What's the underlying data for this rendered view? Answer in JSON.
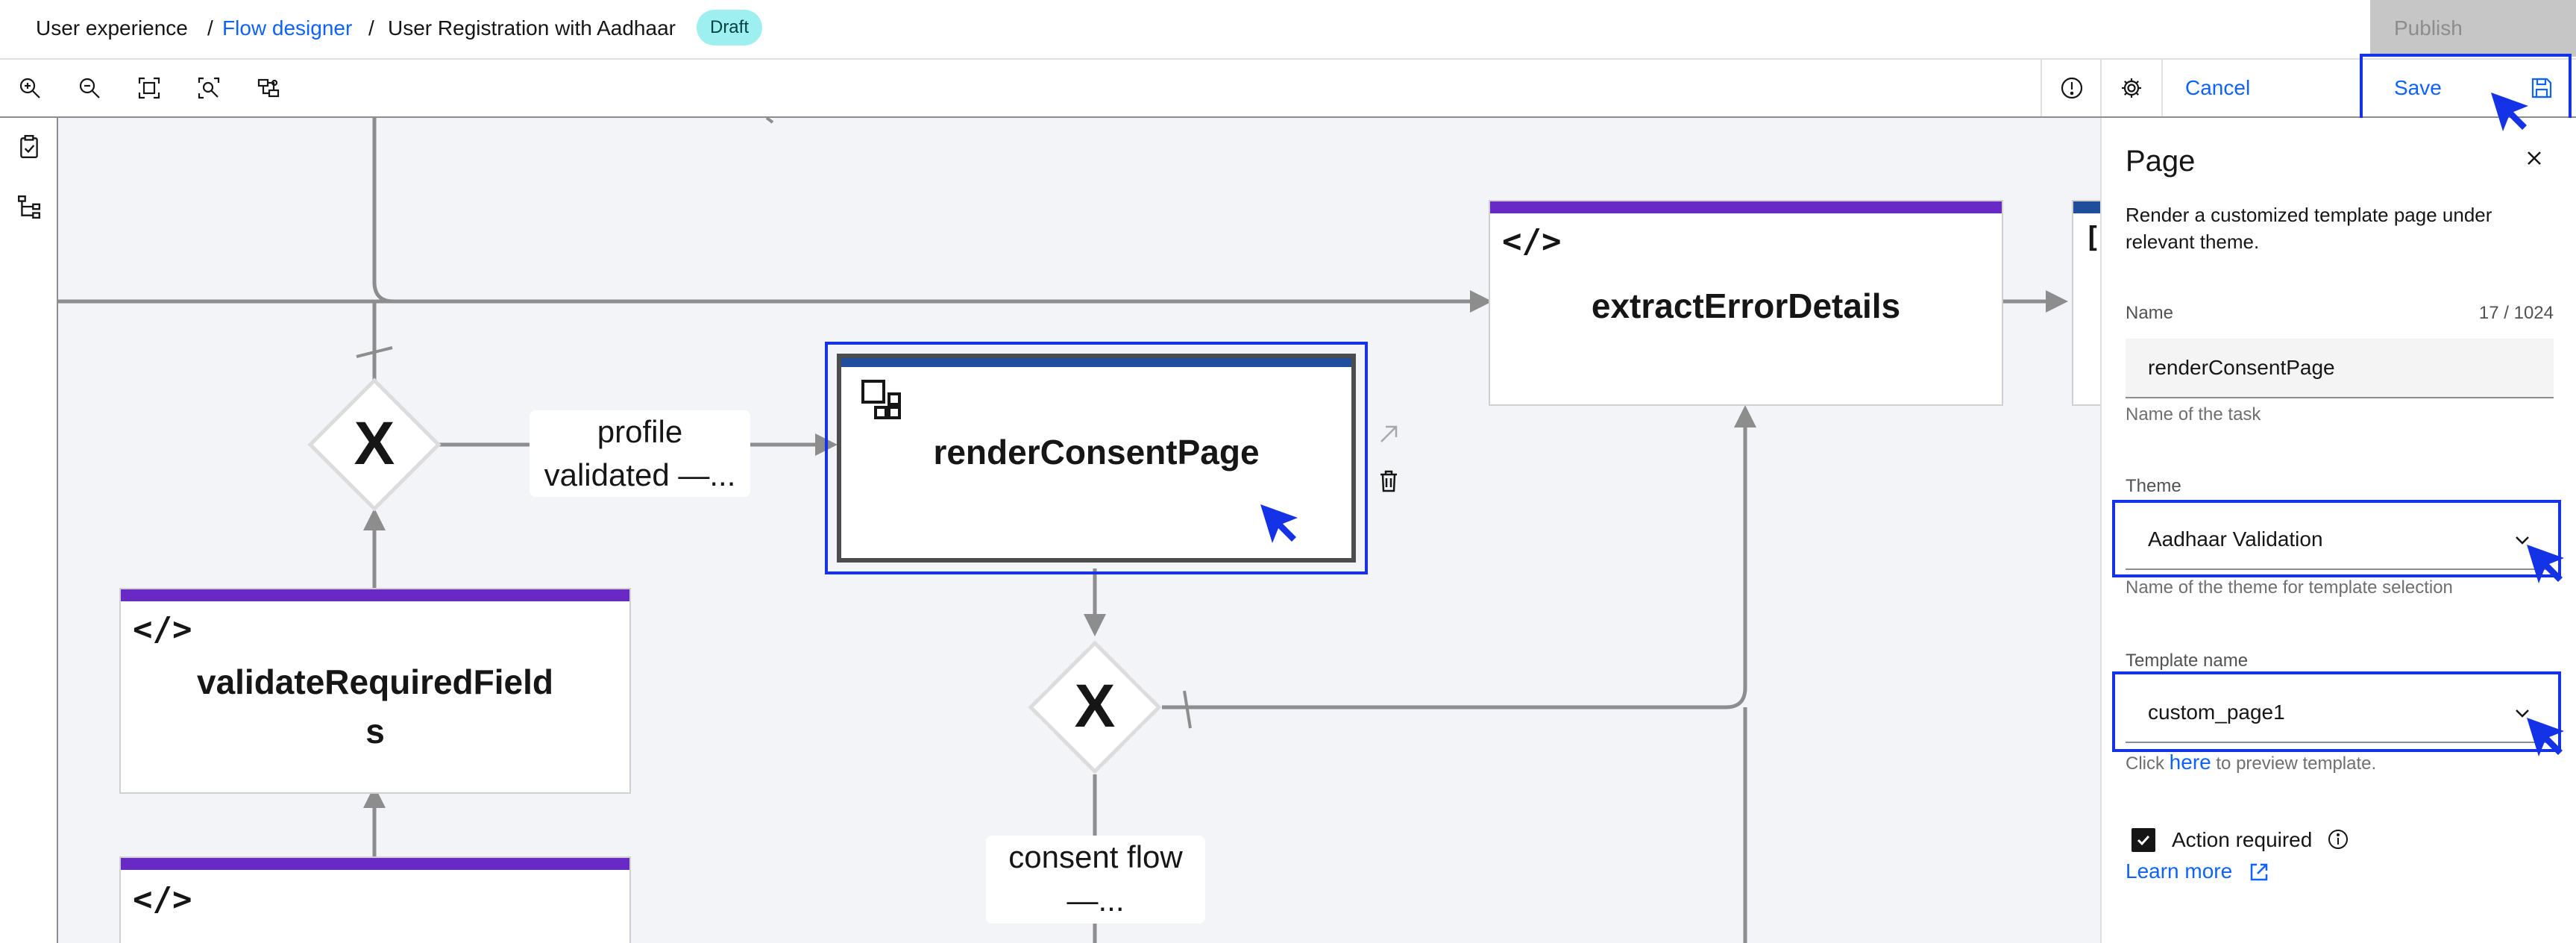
{
  "breadcrumb": {
    "items": [
      "User experience",
      "Flow designer",
      "User Registration with Aadhaar"
    ],
    "separator": "/",
    "status_tag": "Draft",
    "publish_label": "Publish"
  },
  "toolbar": {
    "zoom_in_icon": "zoom-in-icon",
    "zoom_out_icon": "zoom-out-icon",
    "fit_icon": "fit-to-screen-icon",
    "zoom_area_icon": "zoom-area-icon",
    "minimap_icon": "minimap-icon",
    "warning_icon": "warning-icon",
    "settings_icon": "gear-icon",
    "cancel_label": "Cancel",
    "save_label": "Save",
    "save_icon": "save-icon"
  },
  "left_rail": {
    "items": [
      "task-list-icon",
      "flow-tree-icon"
    ]
  },
  "canvas": {
    "nodes": {
      "extract": {
        "title": "extractErrorDetails",
        "icon": "code-icon"
      },
      "render": {
        "title": "renderConsentPage",
        "icon": "page-template-icon"
      },
      "validate": {
        "title_line1": "validateRequiredField",
        "title_line2": "s",
        "icon": "code-icon"
      },
      "bottom": {
        "icon": "code-icon"
      }
    },
    "gateways": [
      "X",
      "X"
    ],
    "edge_labels": {
      "profile": {
        "line1": "profile",
        "line2": "validated —..."
      },
      "consent": {
        "line1": "consent flow",
        "line2": "—..."
      }
    },
    "code_glyph": "</>"
  },
  "panel": {
    "title": "Page",
    "description": "Render a customized template page under relevant theme.",
    "name_label": "Name",
    "name_count": "17 / 1024",
    "name_value": "renderConsentPage",
    "name_help": "Name of the task",
    "theme_label": "Theme",
    "theme_value": "Aadhaar Validation",
    "theme_help": "Name of the theme for template selection",
    "template_label": "Template name",
    "template_value": "custom_page1",
    "template_help_pre": "Click",
    "template_help_link": "here",
    "template_help_post": "to preview template.",
    "action_required_label": "Action required",
    "action_required_checked": true,
    "learn_more": "Learn more"
  },
  "colors": {
    "accent": "#0f62fe",
    "highlight": "#1432e6",
    "task_bar": "#6929c4",
    "page_bar": "#1f4e9c",
    "draft_tag": "#9ef0f0"
  }
}
